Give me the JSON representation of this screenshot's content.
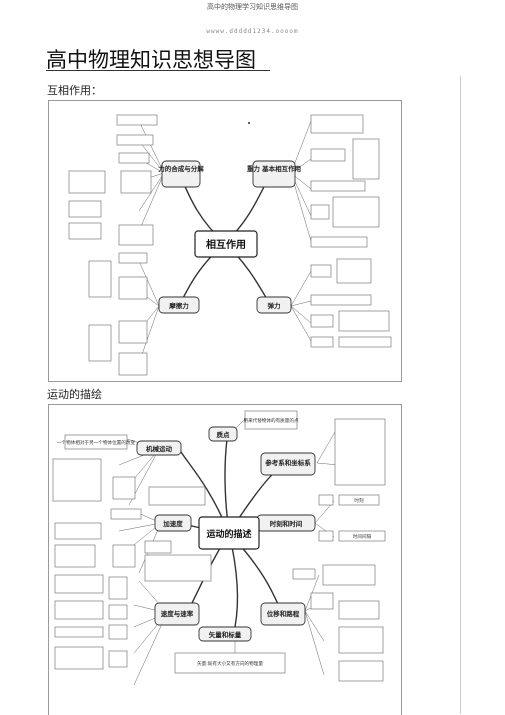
{
  "header": {
    "doc_title": "高中的物理学习知识思维导图"
  },
  "url_text": "wwww.ddddd1234.oooom",
  "page_title": "高中物理知识思想导图",
  "sections": {
    "interaction": {
      "label": "互相作用：",
      "center": "相互作用",
      "hubs": {
        "compose": "力的合成与分解",
        "gravity": "重力 基本相互作用",
        "friction": "摩擦力",
        "elastic": "弹力"
      }
    },
    "motion": {
      "label": "运动的描绘",
      "center": "运动的描述",
      "hubs": {
        "point": "质点",
        "frame": "参考系和坐标系",
        "mech": "机械运动",
        "accel": "加速度",
        "time": "时刻和时间",
        "speed": "速度与速率",
        "disp": "位移和路程",
        "vec": "矢量和标量"
      },
      "notes": {
        "mech": "一个物体相对于另一个物体位置的改变",
        "point": "用来代替物体的有质量的点",
        "moment": "时刻",
        "interval": "时间间隔",
        "vec": "矢量:既有大小又有方向的物理量"
      }
    }
  }
}
